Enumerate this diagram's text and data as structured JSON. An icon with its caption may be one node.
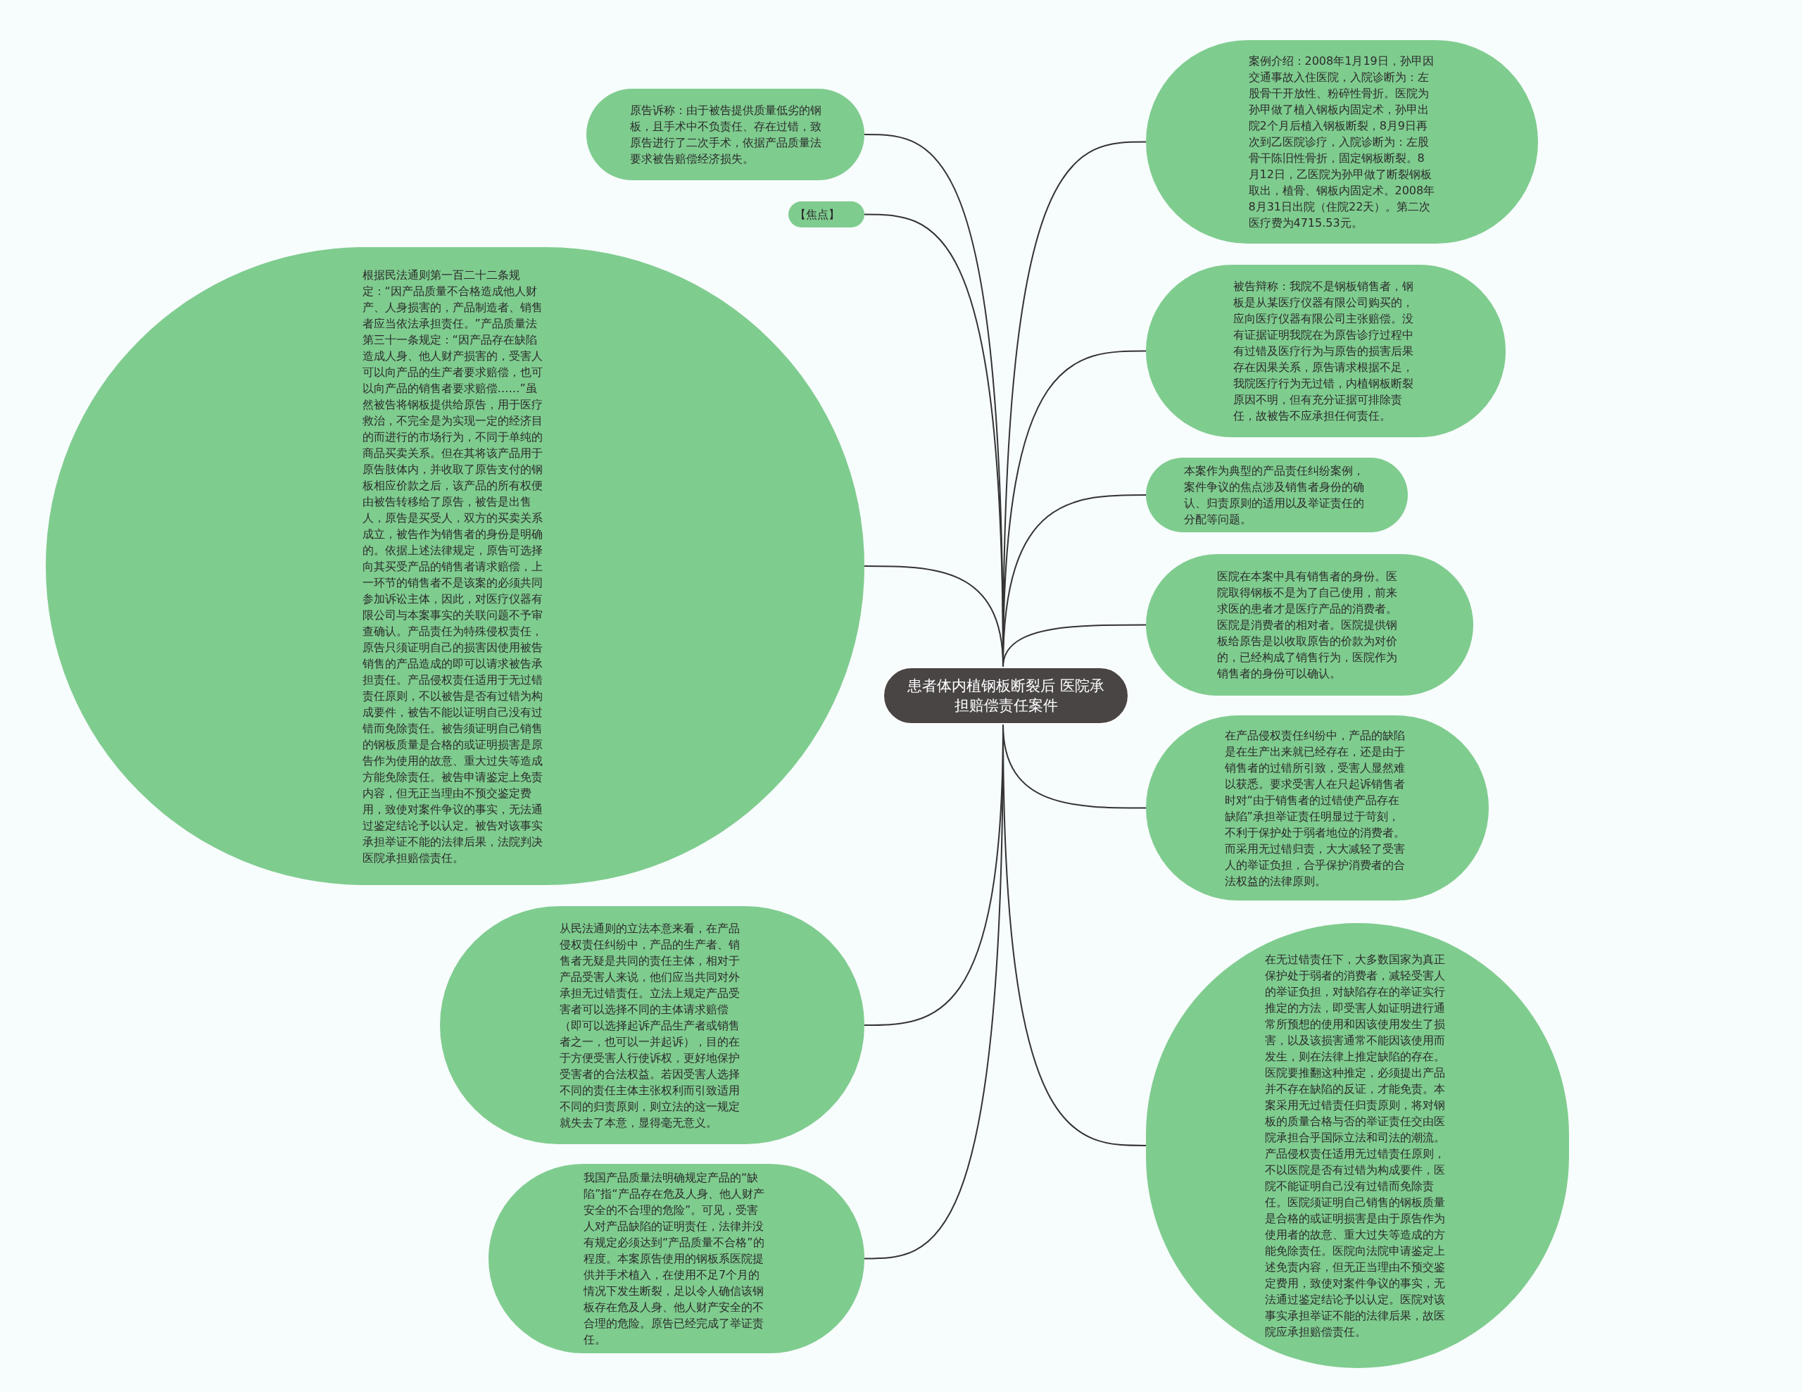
{
  "diagram": {
    "nodes": [
      {
        "text": [
          "患者体内植钢板断裂后 医院承担赔偿责任案件"
        ]
      },
      {
        "text": [
          "原告诉称：由于被告提供质量低劣的钢板，且手术中不负责任、存在过错，致原告进行了二次手术，依据产品质量法要求被告赔偿经济损失。"
        ]
      },
      {
        "text": [
          "【焦点】"
        ]
      },
      {
        "text": [
          "根据民法通则第一百二十二条规定：“因产品质量不合格造成他人财产、人身损害的，产品制造者、销售者应当依法承担责任。”产品质量法第三十一条规定：“因产品存在缺陷造成人身、他人财产损害的，受害人可以向产品的生产者要求赔偿，也可以向产品的销售者要求赔偿……”虽然被告将钢板提供给原告，用于医疗救治，不完全是为实现一定的经济目的而进行的市场行为，不同于单纯的商品买卖关系。但在其将该产品用于原告肢体内，并收取了原告支付的钢板相应价款之后，该产品的所有权便由被告转移给了原告，被告是出售人，原告是买受人，双方的买卖关系成立，被告作为销售者的身份是明确的。依据上述法律规定，原告可选择向其买受产品的销售者请求赔偿，上一环节的销售者不是该案的必须共同参加诉讼主体，因此，对医疗仪器有限公司与本案事实的关联问题不予审查确认。产品责任为特殊侵权责任，原告只须证明自己的损害因使用被告销售的产品造成的即可以请求被告承担责任。产品侵权责任适用于无过错责任原则，不以被告是否有过错为构成要件，被告不能以证明自己没有过错而免除责任。被告须证明自己销售的钢板质量是合格的或证明损害是原告作为使用的故意、重大过失等造成方能免除责任。被告申请鉴定上免责内容，但无正当理由不预交鉴定费用，致使对案件争议的事实，无法通过鉴定结论予以认定。被告对该事实承担举证不能的法律后果，法院判决医院承担赔偿责任。"
        ]
      },
      {
        "text": [
          "从民法通则的立法本意来看，在产品侵权责任纠纷中，产品的生产者、销售者无疑是共同的责任主体，相对于产品受害人来说，他们应当共同对外承担无过错责任。立法上规定产品受害者可以选择不同的主体请求赔偿（即可以选择起诉产品生产者或销售者之一，也可以一并起诉），目的在于方便受害人行使诉权，更好地保护受害者的合法权益。若因受害人选择不同的责任主体主张权利而引致适用不同的归责原则，则立法的这一规定就失去了本意，显得毫无意义。"
        ]
      },
      {
        "text": [
          "我国产品质量法明确规定产品的“缺陷”指“产品存在危及人身、他人财产安全的不合理的危险”。可见，受害人对产品缺陷的证明责任，法律并没有规定必须达到“产品质量不合格”的程度。本案原告使用的钢板系医院提供并手术植入，在使用不足7个月的情况下发生断裂，足以令人确信该钢板存在危及人身、他人财产安全的不合理的危险。原告已经完成了举证责任。"
        ]
      },
      {
        "text": [
          "案例介绍：2008年1月19日，孙甲因交通事故入住医院，入院诊断为：左股骨干开放性、粉碎性骨折。医院为孙甲做了植入钢板内固定术，孙甲出院2个月后植入钢板断裂，8月9日再次到乙医院诊疗，入院诊断为：左股骨干陈旧性骨折，固定钢板断裂。8月12日，乙医院为孙甲做了断裂钢板取出，植骨、钢板内固定术。2008年8月31日出院（住院22天）。第二次医疗费为4715.53元。"
        ]
      },
      {
        "text": [
          "被告辩称：我院不是钢板销售者，钢板是从某医疗仪器有限公司购买的，应向医疗仪器有限公司主张赔偿。没有证据证明我院在为原告诊疗过程中有过错及医疗行为与原告的损害后果存在因果关系，原告请求根据不足，我院医疗行为无过错，内植钢板断裂原因不明，但有充分证据可排除责任，故被告不应承担任何责任。"
        ]
      },
      {
        "text": [
          "本案作为典型的产品责任纠纷案例，案件争议的焦点涉及销售者身份的确认、归责原则的适用以及举证责任的分配等问题。"
        ]
      },
      {
        "text": [
          "医院在本案中具有销售者的身份。医院取得钢板不是为了自己使用，前来求医的患者才是医疗产品的消费者。医院是消费者的相对者。医院提供钢板给原告是以收取原告的价款为对价的，已经构成了销售行为，医院作为销售者的身份可以确认。"
        ]
      },
      {
        "text": [
          "在产品侵权责任纠纷中，产品的缺陷是在生产出来就已经存在，还是由于销售者的过错所引致，受害人显然难以获悉。要求受害人在只起诉销售者时对“由于销售者的过错使产品存在缺陷”承担举证责任明显过于苛刻，不利于保护处于弱者地位的消费者。而采用无过错归责，大大减轻了受害人的举证负担，合乎保护消费者的合法权益的法律原则。"
        ]
      },
      {
        "text": [
          "在无过错责任下，大多数国家为真正保护处于弱者的消费者，减轻受害人的举证负担，对缺陷存在的举证实行推定的方法，即受害人如证明进行通常所预想的使用和因该使用发生了损害，以及该损害通常不能因该使用而发生，则在法律上推定缺陷的存在。医院要推翻这种推定，必须提出产品并不存在缺陷的反证，才能免责。本案采用无过错责任归责原则，将对钢板的质量合格与否的举证责任交由医院承担合乎国际立法和司法的潮流。产品侵权责任适用无过错责任原则，不以医院是否有过错为构成要件，医院不能证明自己没有过错而免除责任。医院须证明自己销售的钢板质量是合格的或证明损害是由于原告作为使用者的故意、重大过失等造成的方能免除责任。医院向法院申请鉴定上述免责内容，但无正当理由不预交鉴定费用，致使对案件争议的事实，无法通过鉴定结论予以认定。医院对该事实承担举证不能的法律后果，故医院应承担赔偿责任。"
        ]
      }
    ],
    "edges": [
      {
        "from": 0,
        "to": 1,
        "arrow": "none"
      },
      {
        "from": 0,
        "to": 2,
        "arrow": "none"
      },
      {
        "from": 0,
        "to": 3,
        "arrow": "none"
      },
      {
        "from": 0,
        "to": 4,
        "arrow": "none"
      },
      {
        "from": 0,
        "to": 5,
        "arrow": "none"
      },
      {
        "from": 0,
        "to": 6,
        "arrow": "none"
      },
      {
        "from": 0,
        "to": 7,
        "arrow": "none"
      },
      {
        "from": 0,
        "to": 8,
        "arrow": "none"
      },
      {
        "from": 0,
        "to": 9,
        "arrow": "none"
      },
      {
        "from": 0,
        "to": 10,
        "arrow": "none"
      },
      {
        "from": 0,
        "to": 11,
        "arrow": "none"
      }
    ]
  }
}
